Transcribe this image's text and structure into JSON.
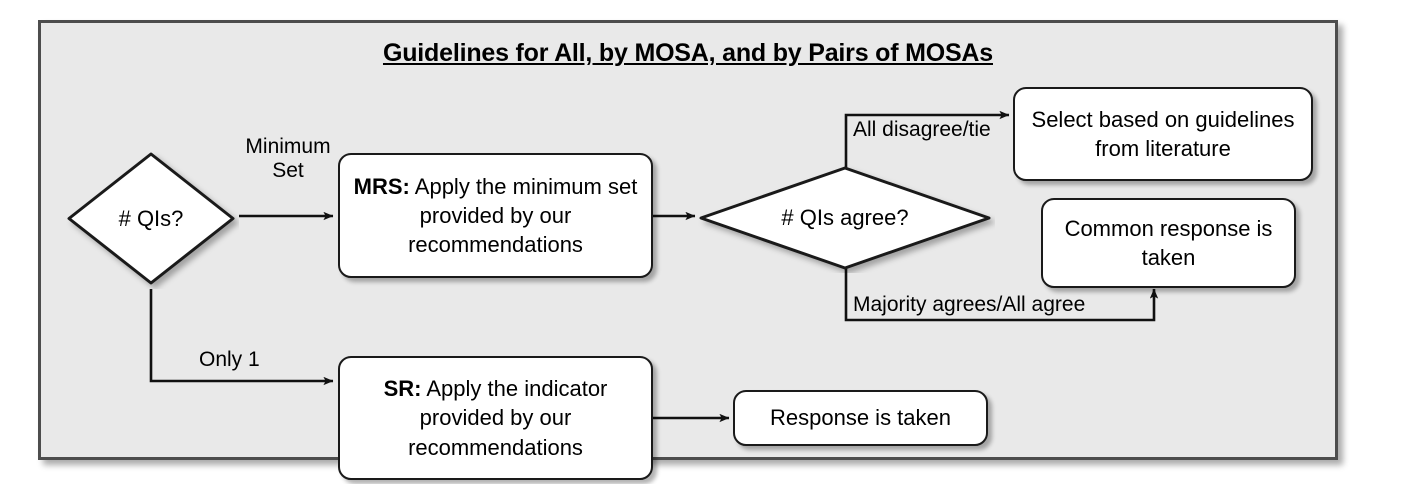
{
  "panel": {
    "title": "Guidelines for All, by MOSA, and by Pairs of MOSAs",
    "background_color": "#e9e9e9",
    "border_color": "#4d4d4d"
  },
  "nodes": {
    "decision_num_qis": {
      "label": "# QIs?",
      "shape": "diamond"
    },
    "mrs_box": {
      "label_bold": "MRS:",
      "label_rest": " Apply the minimum set provided by our recommendations",
      "shape": "process"
    },
    "sr_box": {
      "label_bold": "SR:",
      "label_rest": " Apply the indicator provided by our recommendations",
      "shape": "process"
    },
    "decision_qis_agree": {
      "label": "# QIs agree?",
      "shape": "diamond"
    },
    "select_literature_box": {
      "label": "Select based on guidelines from literature",
      "shape": "process"
    },
    "common_response_box": {
      "label": "Common response is taken",
      "shape": "process"
    },
    "response_taken_box": {
      "label": "Response is taken",
      "shape": "process"
    }
  },
  "edges": {
    "minimum_set": {
      "label_line1": "Minimum",
      "label_line2": "Set"
    },
    "only_one": {
      "label": "Only 1"
    },
    "all_disagree": {
      "label": "All disagree/tie"
    },
    "majority_agrees": {
      "label": "Majority agrees/All agree"
    }
  },
  "colors": {
    "node_fill": "#ffffff",
    "node_stroke": "#1a1a1a",
    "text": "#000000"
  }
}
